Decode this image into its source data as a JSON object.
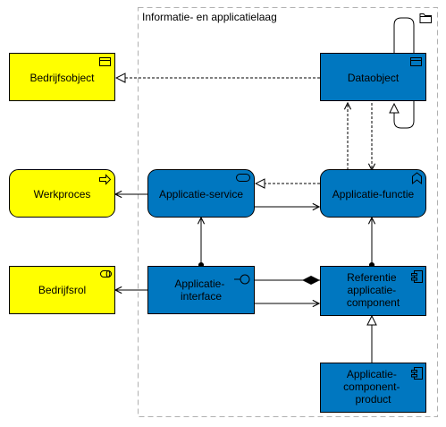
{
  "diagram": {
    "group": {
      "label": "Informatie- en applicatielaag",
      "icon": "folder-icon"
    },
    "nodes": {
      "bedrijfsobject": {
        "lines": [
          "Bedrijfsobject"
        ],
        "icon": "business-object-icon",
        "color": "#ffff00"
      },
      "werkproces": {
        "lines": [
          "Werkproces"
        ],
        "icon": "process-arrow-icon",
        "color": "#ffff00"
      },
      "bedrijfsrol": {
        "lines": [
          "Bedrijfsrol"
        ],
        "icon": "role-icon",
        "color": "#ffff00"
      },
      "dataobject": {
        "lines": [
          "Dataobject"
        ],
        "icon": "data-object-icon",
        "color": "#0077c0"
      },
      "applicatie_service": {
        "lines": [
          "Applicatie-service"
        ],
        "icon": "service-icon",
        "color": "#0077c0"
      },
      "applicatie_functie": {
        "lines": [
          "Applicatie-functie"
        ],
        "icon": "function-icon",
        "color": "#0077c0"
      },
      "applicatie_interface": {
        "lines": [
          "Applicatie-",
          "interface"
        ],
        "icon": "interface-icon",
        "color": "#0077c0"
      },
      "referentie_component": {
        "lines": [
          "Referentie",
          "applicatie-",
          "component"
        ],
        "icon": "component-icon",
        "color": "#0077c0"
      },
      "component_product": {
        "lines": [
          "Applicatie-",
          "component-",
          "product"
        ],
        "icon": "component-icon",
        "color": "#0077c0"
      }
    }
  }
}
